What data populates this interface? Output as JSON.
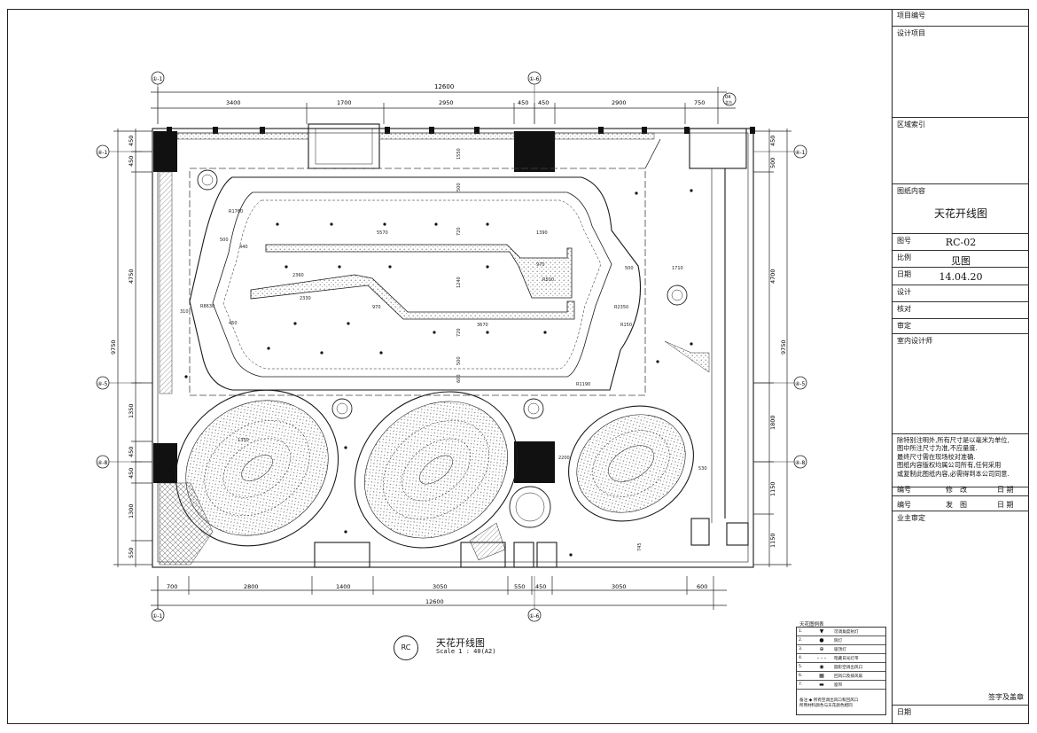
{
  "title_block": {
    "project_number_label": "项目编号",
    "design_project_label": "设计项目",
    "area_index_label": "区域索引",
    "drawing_content_label": "图纸内容",
    "drawing_title": "天花开线图",
    "drawing_number_label": "图号",
    "drawing_number": "RC-02",
    "scale_label": "比例",
    "scale_value": "见图",
    "date_label": "日期",
    "date_value": "14.04.20",
    "design_label": "设计",
    "check_label": "核对",
    "approve_label": "审定",
    "interior_designer_label": "室内设计师",
    "notes": "除特别注明外,所有尺寸是以毫米为单位,\n图中所注尺寸为准,不应量度.\n最终尺寸需在现场校对准确.\n图纸内容版权均属公司所有,任何采用\n或复制此图纸内容,必需得到本公司同意.",
    "rev_table": [
      {
        "num": "编号",
        "desc": "修　改",
        "date": "日 期"
      },
      {
        "num": "编号",
        "desc": "发　图",
        "date": "日 期"
      }
    ],
    "owner_approve_label": "业主审定",
    "sign_label": "签字及盖章",
    "bottom_date_label": "日期"
  },
  "caption": {
    "bubble": "RC",
    "title": "天花开线图",
    "scale": "Scale 1 : 40(A2)"
  },
  "legend": {
    "title": "天花图例表",
    "rows": [
      {
        "num": "1.",
        "sym": "▼",
        "text": "可调角度射灯"
      },
      {
        "num": "2.",
        "sym": "●",
        "text": "筒灯"
      },
      {
        "num": "3.",
        "sym": "⊕",
        "text": "吸顶灯"
      },
      {
        "num": "4.",
        "sym": "- - -",
        "text": "暗藏日光灯带"
      },
      {
        "num": "5.",
        "sym": "◉",
        "text": "圆形空调出风口"
      },
      {
        "num": "6.",
        "sym": "▦",
        "text": "回风口及排风扇"
      },
      {
        "num": "7.",
        "sym": "▬",
        "text": "窗帘"
      }
    ],
    "note": "备注:◆ 所有空调出风口和回风口\n所用材料颜色与天花颜色相同"
  },
  "drawing": {
    "axis_labels": [
      "①-1",
      "①-6",
      "①-1",
      "①-6",
      "④-1",
      "④-1",
      "④-5",
      "④-5",
      "④-8",
      "④-8"
    ],
    "top_dims": [
      "3400",
      "1700",
      "2950",
      "450",
      "450",
      "2900",
      "750"
    ],
    "top_total": "12600",
    "bottom_dims": [
      "700",
      "2800",
      "1400",
      "3050",
      "550",
      "450",
      "3050",
      "600"
    ],
    "bottom_total": "12600",
    "left_dims": [
      "450",
      "450",
      "4750",
      "1350",
      "450",
      "450",
      "1300",
      "550"
    ],
    "left_total": "9750",
    "right_dims": [
      "450",
      "500",
      "4700",
      "1800",
      "1150",
      "1150"
    ],
    "right_total": "9750",
    "north_text": "04",
    "north_sub": "北方",
    "inner_labels": [
      "5570",
      "1390",
      "2360",
      "2330",
      "3670",
      "970",
      "970",
      "500",
      "1710",
      "440",
      "310",
      "500",
      "450",
      "500",
      "720",
      "1240",
      "720",
      "500",
      "600",
      "1550",
      "1350",
      "2200",
      "530",
      "745",
      "R1760",
      "R150",
      "R8630",
      "R1190",
      "R2350",
      "R500"
    ]
  },
  "colors": {
    "line": "#1a1a1a",
    "hatch": "#555555",
    "fill_dark": "#111111",
    "dash": "#444444"
  }
}
